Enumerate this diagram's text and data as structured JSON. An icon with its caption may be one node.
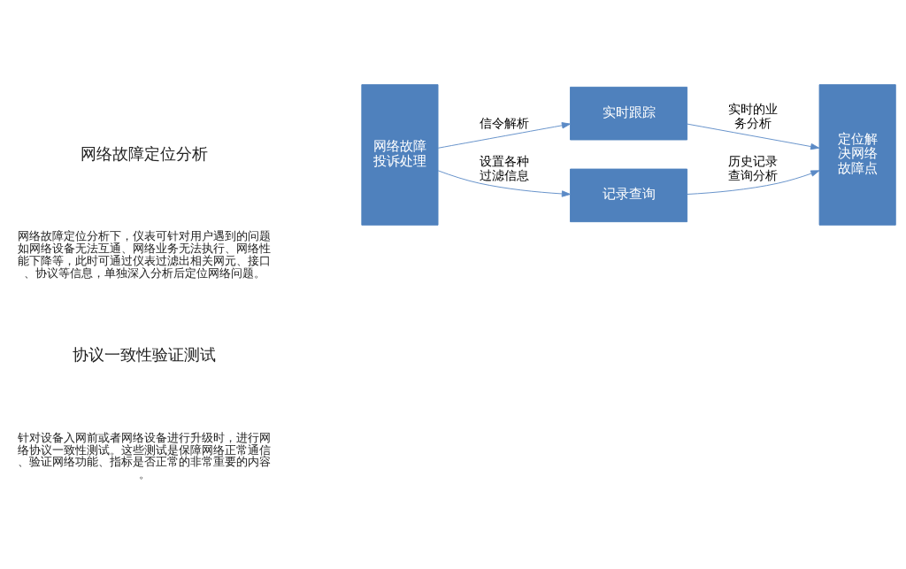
{
  "diagram": {
    "nodes": [
      {
        "text": [
          "网络故障投诉处理"
        ]
      },
      {
        "text": [
          "实时跟踪"
        ]
      },
      {
        "text": [
          "记录查询"
        ]
      },
      {
        "text": [
          "定位解决网络故障点"
        ]
      }
    ],
    "edges": [
      {
        "from": 0,
        "to": 1,
        "arrow": "to",
        "label": "信令解析"
      },
      {
        "from": 0,
        "to": 2,
        "arrow": "to",
        "label": "设置各种过滤信息"
      },
      {
        "from": 1,
        "to": 3,
        "arrow": "to",
        "label": "实时的业务分析"
      },
      {
        "from": 2,
        "to": 3,
        "arrow": "to",
        "label": "历史记录查询分析"
      }
    ],
    "labels": [
      "网络故障定位分析",
      "网络故障定位分析下，仪表可针对用户遇到的问题如网络设备无法互通、网络业务无法执行、网络性能下降等，此时可通过仪表过滤出相关网元、接口、协议等信息，单独深入分析后定位网络问题。",
      "协议一致性验证测试",
      "针对设备入网前或者网络设备进行升级时，进行网络协议一致性测试。这些测试是保障网络正常通信、验证网络功能、指标是否正常的非常重要的内容。"
    ]
  }
}
